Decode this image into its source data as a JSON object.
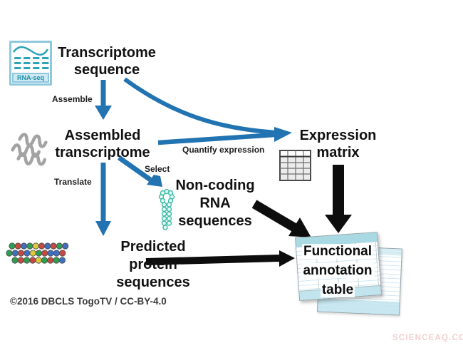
{
  "colors": {
    "arrow_blue": "#2173b2",
    "arrow_black": "#0d0d0d",
    "icon_teal": "#2ba3b8",
    "icon_box_blue": "#8fc8dd",
    "table_header_teal": "#a9d9e3",
    "table_body_blue": "#c6e6f0",
    "hairpin_teal": "#3dbca8",
    "text_black": "#111111",
    "watermark_pink": "#f2cfcf"
  },
  "nodes": {
    "transcriptome": {
      "lines": [
        "Transcriptome",
        "sequence"
      ]
    },
    "assembled": {
      "lines": [
        "Assembled",
        "transcriptome"
      ]
    },
    "expression": {
      "lines": [
        "Expression",
        "matrix"
      ]
    },
    "noncoding": {
      "lines": [
        "Non-coding",
        "RNA",
        "sequences"
      ]
    },
    "predicted": {
      "lines": [
        "Predicted",
        "protein",
        "sequences"
      ]
    },
    "functional": {
      "lines": [
        "Functional",
        "annotation",
        "table"
      ]
    }
  },
  "edges": {
    "assemble": "Assemble",
    "translate": "Translate",
    "select": "Select",
    "quantify": "Quantify expression"
  },
  "icons": {
    "rnaseq_label": "RNA-seq",
    "protein_beads": {
      "rows": [
        {
          "x": 9,
          "y": 8,
          "colors": [
            "#2f9e52",
            "#c64a42",
            "#3f6fbf",
            "#2f9e52",
            "#ddc93f",
            "#c64a42",
            "#3f6fbf",
            "#c64a42",
            "#2f9e52",
            "#3f6fbf"
          ]
        },
        {
          "x": 5,
          "y": 18,
          "colors": [
            "#2f9e52",
            "#3f6fbf",
            "#c64a42",
            "#3f6fbf",
            "#ddc93f",
            "#2f9e52",
            "#c64a42",
            "#3f6fbf",
            "#3f6fbf",
            "#c64a42"
          ]
        },
        {
          "x": 13,
          "y": 28,
          "colors": [
            "#2f9e52",
            "#c64a42",
            "#2f9e52",
            "#c64a42",
            "#ddc93f",
            "#2f9e52",
            "#c64a42",
            "#2f9e52",
            "#3f6fbf"
          ]
        }
      ]
    }
  },
  "footer": {
    "copyright": "©2016 DBCLS TogoTV / CC-BY-4.0"
  },
  "watermark": "SCIENCEAQ.COM"
}
